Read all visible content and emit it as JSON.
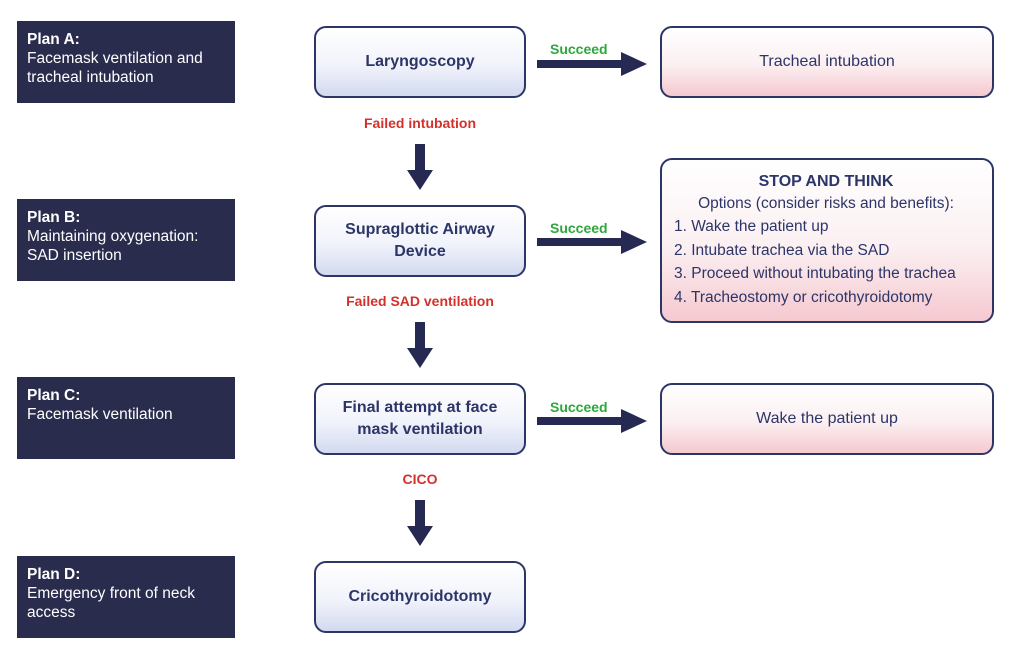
{
  "plans": [
    {
      "title": "Plan A:",
      "description": "Facemask ventilation and\ntracheal intubation"
    },
    {
      "title": "Plan B:",
      "description": "Maintaining oxygenation:\nSAD insertion"
    },
    {
      "title": "Plan C:",
      "description": "Facemask ventilation"
    },
    {
      "title": "Plan D:",
      "description": "Emergency front of neck\naccess"
    }
  ],
  "steps": {
    "a": "Laryngoscopy",
    "b": "Supraglottic Airway\nDevice",
    "c": "Final attempt at face\nmask ventilation",
    "d": "Cricothyroidotomy"
  },
  "success_label": "Succeed",
  "failure_labels": {
    "a_to_b": "Failed intubation",
    "b_to_c": "Failed SAD ventilation",
    "c_to_d": "CICO"
  },
  "outcomes": {
    "a": "Tracheal intubation",
    "b": {
      "title": "STOP AND THINK",
      "subtitle": "Options (consider risks and benefits):",
      "options": [
        "1. Wake the patient up",
        "2. Intubate trachea via the SAD",
        "3. Proceed without intubating the trachea",
        "4. Tracheostomy or cricothyroidotomy"
      ]
    },
    "c": "Wake the patient up"
  },
  "colors": {
    "plan_box": "#2a2c4e",
    "border": "#2c3568",
    "arrow": "#262a52",
    "success": "#2ea83c",
    "failure": "#d2312c"
  }
}
